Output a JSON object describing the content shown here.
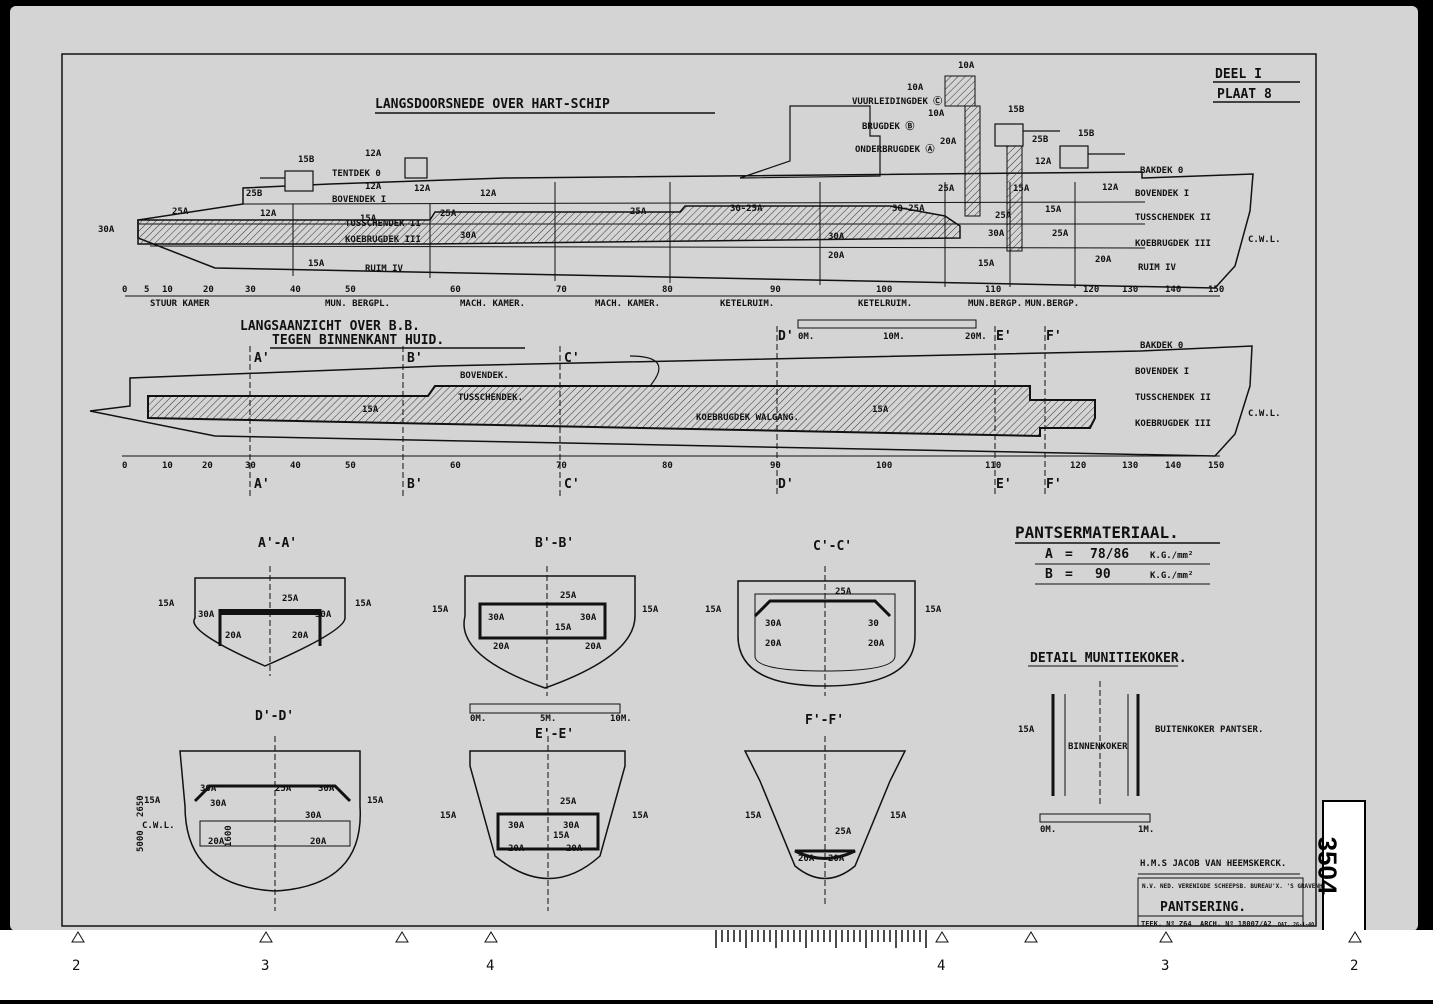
{
  "sheet": {
    "part": "DEEL I",
    "plate": "PLAAT 8",
    "archive_number": "3504"
  },
  "longitudinal_section": {
    "title": "LANGSDOORSNEDE OVER HART-SCHIP",
    "deck_labels": [
      "BAKDEK 0",
      "BOVENDEK I",
      "TUSSCHENDEK II",
      "KOEBRUGDEK III",
      "RUIM IV"
    ],
    "upper_labels": [
      "TENTDEK 0",
      "BOVENDEK I",
      "TUSSCHENDEK II",
      "KOEBRUGDEK III",
      "RUIM IV"
    ],
    "bridge_labels": [
      "VUURLEIDINGDEK Ⓒ",
      "BRUGDEK Ⓑ",
      "ONDERBRUGDEK Ⓐ"
    ],
    "armor_labels": [
      "30A",
      "25A",
      "12A",
      "15B",
      "25B",
      "15A",
      "12A",
      "12A",
      "12A",
      "12A",
      "15A",
      "25A",
      "25A",
      "30A",
      "30-25A",
      "30A",
      "20A",
      "30-25A",
      "10A",
      "10A",
      "10A",
      "20A",
      "15B",
      "25B",
      "15B",
      "12A",
      "25A",
      "15A",
      "12A",
      "25A",
      "15A",
      "30A",
      "25A",
      "20A",
      "15A"
    ],
    "cwl": "C.W.L.",
    "frame_numbers": [
      "0",
      "5",
      "10",
      "20",
      "30",
      "40",
      "50",
      "60",
      "70",
      "80",
      "90",
      "100",
      "110",
      "120",
      "130",
      "140",
      "150"
    ],
    "compartments": [
      "STUUR KAMER",
      "MUN. BERGPL.",
      "MACH. KAMER.",
      "MACH. KAMER.",
      "KETELRUIM.",
      "KETELRUIM.",
      "MUN.BERGP.",
      "MUN.BERGP."
    ]
  },
  "side_view": {
    "title_line1": "LANGSAANZICHT OVER B.B.",
    "title_line2": "TEGEN BINNENKANT HUID.",
    "deck_labels": [
      "BAKDEK 0",
      "BOVENDEK I",
      "TUSSCHENDEK II",
      "KOEBRUGDEK III"
    ],
    "inner_labels": [
      "BOVENDEK.",
      "TUSSCHENDEK.",
      "KOEBRUGDEK WALGANG."
    ],
    "armor": [
      "15A",
      "15A"
    ],
    "cwl": "C.W.L.",
    "section_marks": [
      "A'",
      "B'",
      "C'",
      "D'",
      "E'",
      "F'"
    ],
    "scale_labels": [
      "0M.",
      "10M.",
      "20M."
    ],
    "frame_numbers": [
      "0",
      "10",
      "20",
      "30",
      "40",
      "50",
      "60",
      "70",
      "80",
      "90",
      "100",
      "110",
      "120",
      "130",
      "140",
      "150"
    ]
  },
  "cross_sections": [
    {
      "title": "A'-A'",
      "labels": [
        "15A",
        "15A",
        "25A",
        "30A",
        "30A",
        "20A",
        "20A"
      ]
    },
    {
      "title": "B'-B'",
      "labels": [
        "15A",
        "15A",
        "25A",
        "30A",
        "30A",
        "15A",
        "20A",
        "20A"
      ]
    },
    {
      "title": "C'-C'",
      "labels": [
        "15A",
        "15A",
        "25A",
        "30A",
        "30",
        "20A",
        "20A"
      ]
    },
    {
      "title": "D'-D'",
      "labels": [
        "15A",
        "15A",
        "30A",
        "25A",
        "30A",
        "30A",
        "30A",
        "20A",
        "20A",
        "C.W.L.",
        "5000",
        "2650",
        "1600"
      ]
    },
    {
      "title": "E'-E'",
      "labels": [
        "15A",
        "15A",
        "25A",
        "30A",
        "30A",
        "15A",
        "20A",
        "20A"
      ]
    },
    {
      "title": "F'-F'",
      "labels": [
        "15A",
        "15A",
        "25A",
        "20A",
        "20A"
      ]
    }
  ],
  "section_scale": [
    "0M.",
    "5M.",
    "10M."
  ],
  "armor_material": {
    "title": "PANTSERMATERIAAL.",
    "rows": [
      {
        "grade": "A",
        "eq": "=",
        "value": "78/86",
        "unit": "K.G./mm²"
      },
      {
        "grade": "B",
        "eq": "=",
        "value": "90",
        "unit": "K.G./mm²"
      }
    ]
  },
  "detail": {
    "title": "DETAIL MUNITIEKOKER.",
    "labels": [
      "15A",
      "BINNENKOKER",
      "BUITENKOKER PANTSER."
    ],
    "scale": [
      "0M.",
      "1M."
    ]
  },
  "title_block": {
    "ship": "H.M.S JACOB VAN HEEMSKERCK.",
    "firm": "N.V. NED. VERENIGDE SCHEEPSB. BUREAU'X. 'S GRAVENHAGE.",
    "subject": "PANTSERING.",
    "drawing_no": "TEEK. Nº Z64",
    "archive_no": "ARCH. Nº 18007/A2",
    "date": "DAT. 26-1-40"
  },
  "ruler_marks": [
    "2",
    "3",
    "4",
    "4",
    "3",
    "2"
  ],
  "colors": {
    "paper": "#d4d4d4",
    "ink": "#111111",
    "border": "#000000"
  }
}
